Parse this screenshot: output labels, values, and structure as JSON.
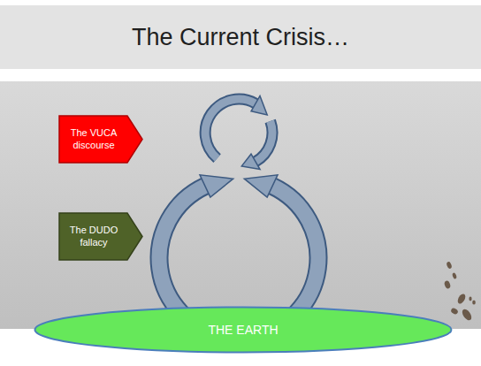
{
  "diagram": {
    "title": "The Current Crisis…",
    "nodes": [
      {
        "text": [
          "The VUCA discourse"
        ]
      },
      {
        "text": [
          "The DUDO fallacy"
        ]
      },
      {
        "text": [
          "THE EARTH"
        ]
      }
    ]
  }
}
